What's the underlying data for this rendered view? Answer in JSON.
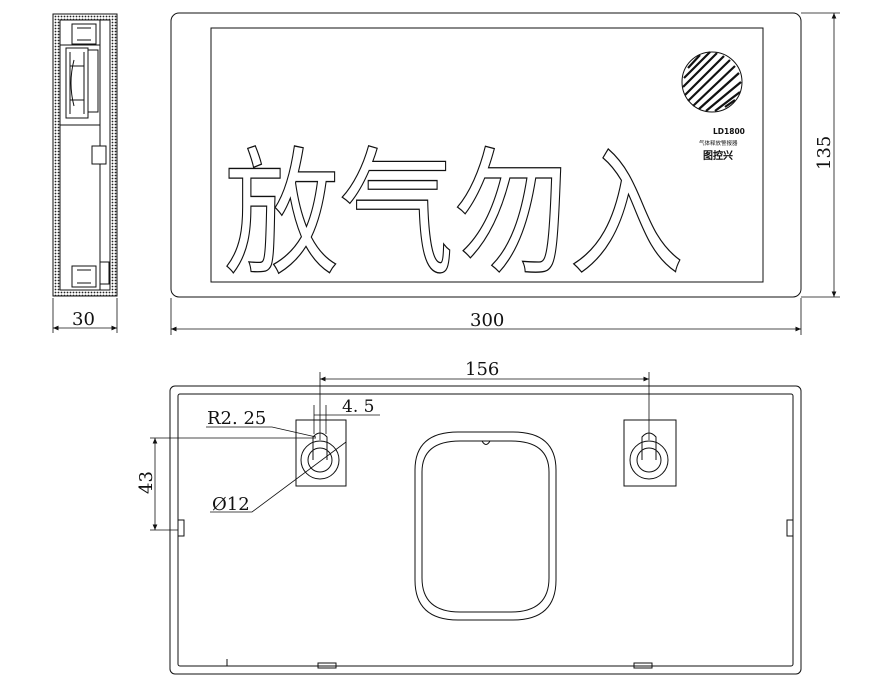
{
  "drawing": {
    "top_view": {
      "panel_text": "放气勿入",
      "model": "LD1800",
      "subtitle": "气体释放警报器",
      "brand": "图控兴",
      "dim_width": "300",
      "dim_height": "135",
      "dim_depth": "30"
    },
    "bottom_view": {
      "dim_hole_spacing": "156",
      "dim_radius": "R2. 25",
      "dim_slot": "4. 5",
      "dim_diameter": "Ø12",
      "dim_offset": "43"
    }
  }
}
